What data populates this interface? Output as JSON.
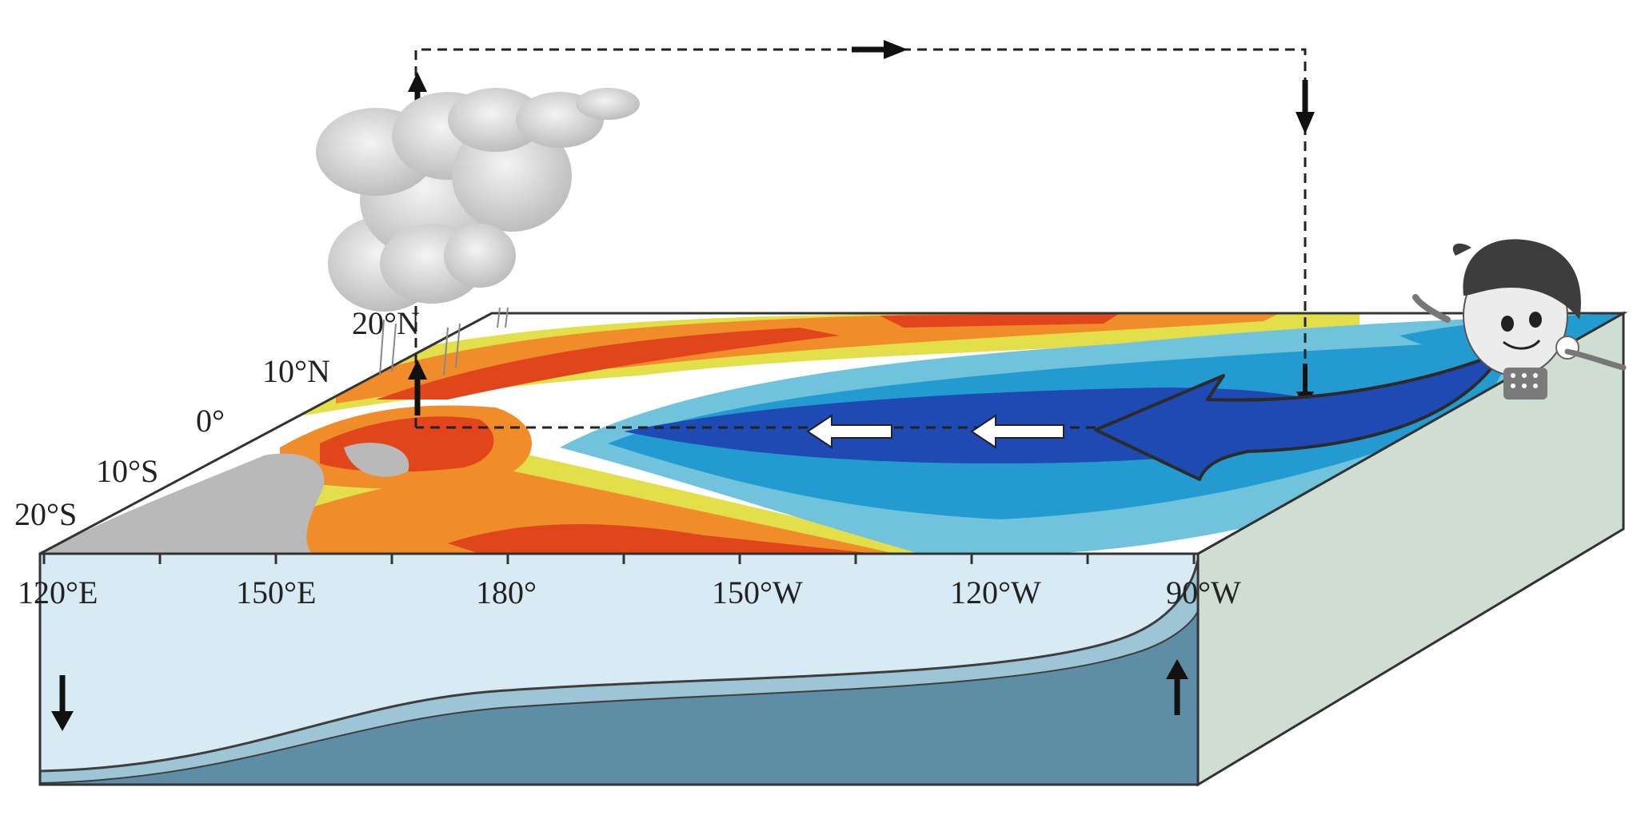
{
  "diagram": {
    "latitude_labels": [
      "20°N",
      "10°N",
      "0°",
      "10°S",
      "20°S"
    ],
    "longitude_labels": [
      "120°E",
      "150°E",
      "180°",
      "150°W",
      "120°W",
      "90°W"
    ],
    "colors": {
      "warm_red": "#e0451c",
      "warm_orange": "#f08c2a",
      "warm_yellow": "#e3df4a",
      "neutral_white": "#ffffff",
      "cool_light_blue": "#71c3dd",
      "cool_mid_blue": "#239bd0",
      "cool_dark_blue": "#1f49b3",
      "land_gray": "#b9b9b9",
      "surface_water": "#d8ebf4",
      "thermocline": "#9ec5d6",
      "deep_water": "#5d8ea6",
      "side_face": "#cfddd2"
    },
    "icons": [
      "cloud-icon",
      "child-character-icon",
      "wind-arrow-icon"
    ]
  }
}
